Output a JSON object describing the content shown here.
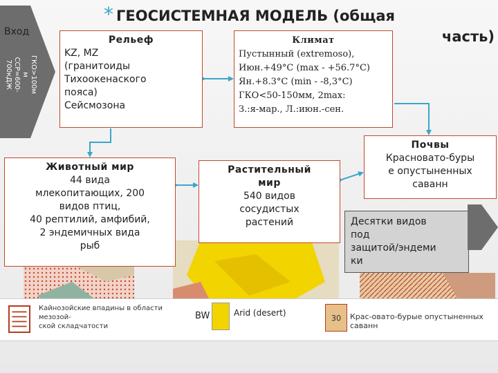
{
  "title": {
    "line1": "ГЕОСИСТЕМНАЯ МОДЕЛЬ (общая",
    "line2": "часть)"
  },
  "input": {
    "label": "Вход",
    "arrow_line1": "ГКО>100м",
    "arrow_line2": "м",
    "arrow_line3": "ССР=600-",
    "arrow_line4": "700кДЖ"
  },
  "relief": {
    "heading": "Рельеф",
    "line1": "KZ, MZ",
    "line2": "(гранитоиды",
    "line3": "Тихоокенаского",
    "line4": "пояса)",
    "line5": "Сейсмозона"
  },
  "climate": {
    "heading": "Климат",
    "line1": "Пустынный (extremoso),",
    "line2": "Июн.+49°С (max - +56.7°C)",
    "line3": "Ян.+8.3°С (min - -8,3°С)",
    "line4": "ГКО<50-150мм, 2max:",
    "line5": "З.:я-мар., Л.:июн.-сен."
  },
  "fauna": {
    "heading": "Животный мир",
    "line1": "44 вида",
    "line2": "млекопитающих, 200",
    "line3": "видов птиц,",
    "line4": "40 рептилий, амфибий,",
    "line5": "2 эндемичных вида",
    "line6": "рыб"
  },
  "flora": {
    "heading_line1": "Растительный",
    "heading_line2": "мир",
    "line1": "540 видов",
    "line2": "сосудистых",
    "line3": "растений"
  },
  "soils": {
    "heading": "Почвы",
    "line1": "Красновато-буры",
    "line2": "е опустыненных",
    "line3": "саванн"
  },
  "protected": {
    "line1": "Десятки видов",
    "line2": "под",
    "line3": "защитой/эндеми",
    "line4": "ки"
  },
  "legend": {
    "item1_line1": "Кайнозойские впадины в области мезозой-",
    "item1_line2": "ской складчатости",
    "item2_code": "BW",
    "item2_label": "Arid (desert)",
    "item3_code": "30",
    "item3_label": "Крас-овато-бурые опустыненных саванн"
  },
  "colors": {
    "accent_star": "#3aa6c8",
    "box_border": "#c0492a",
    "arrow_fill": "#6d6d6d",
    "connector": "#3aa6c8",
    "desert_yellow": "#f2d400"
  }
}
